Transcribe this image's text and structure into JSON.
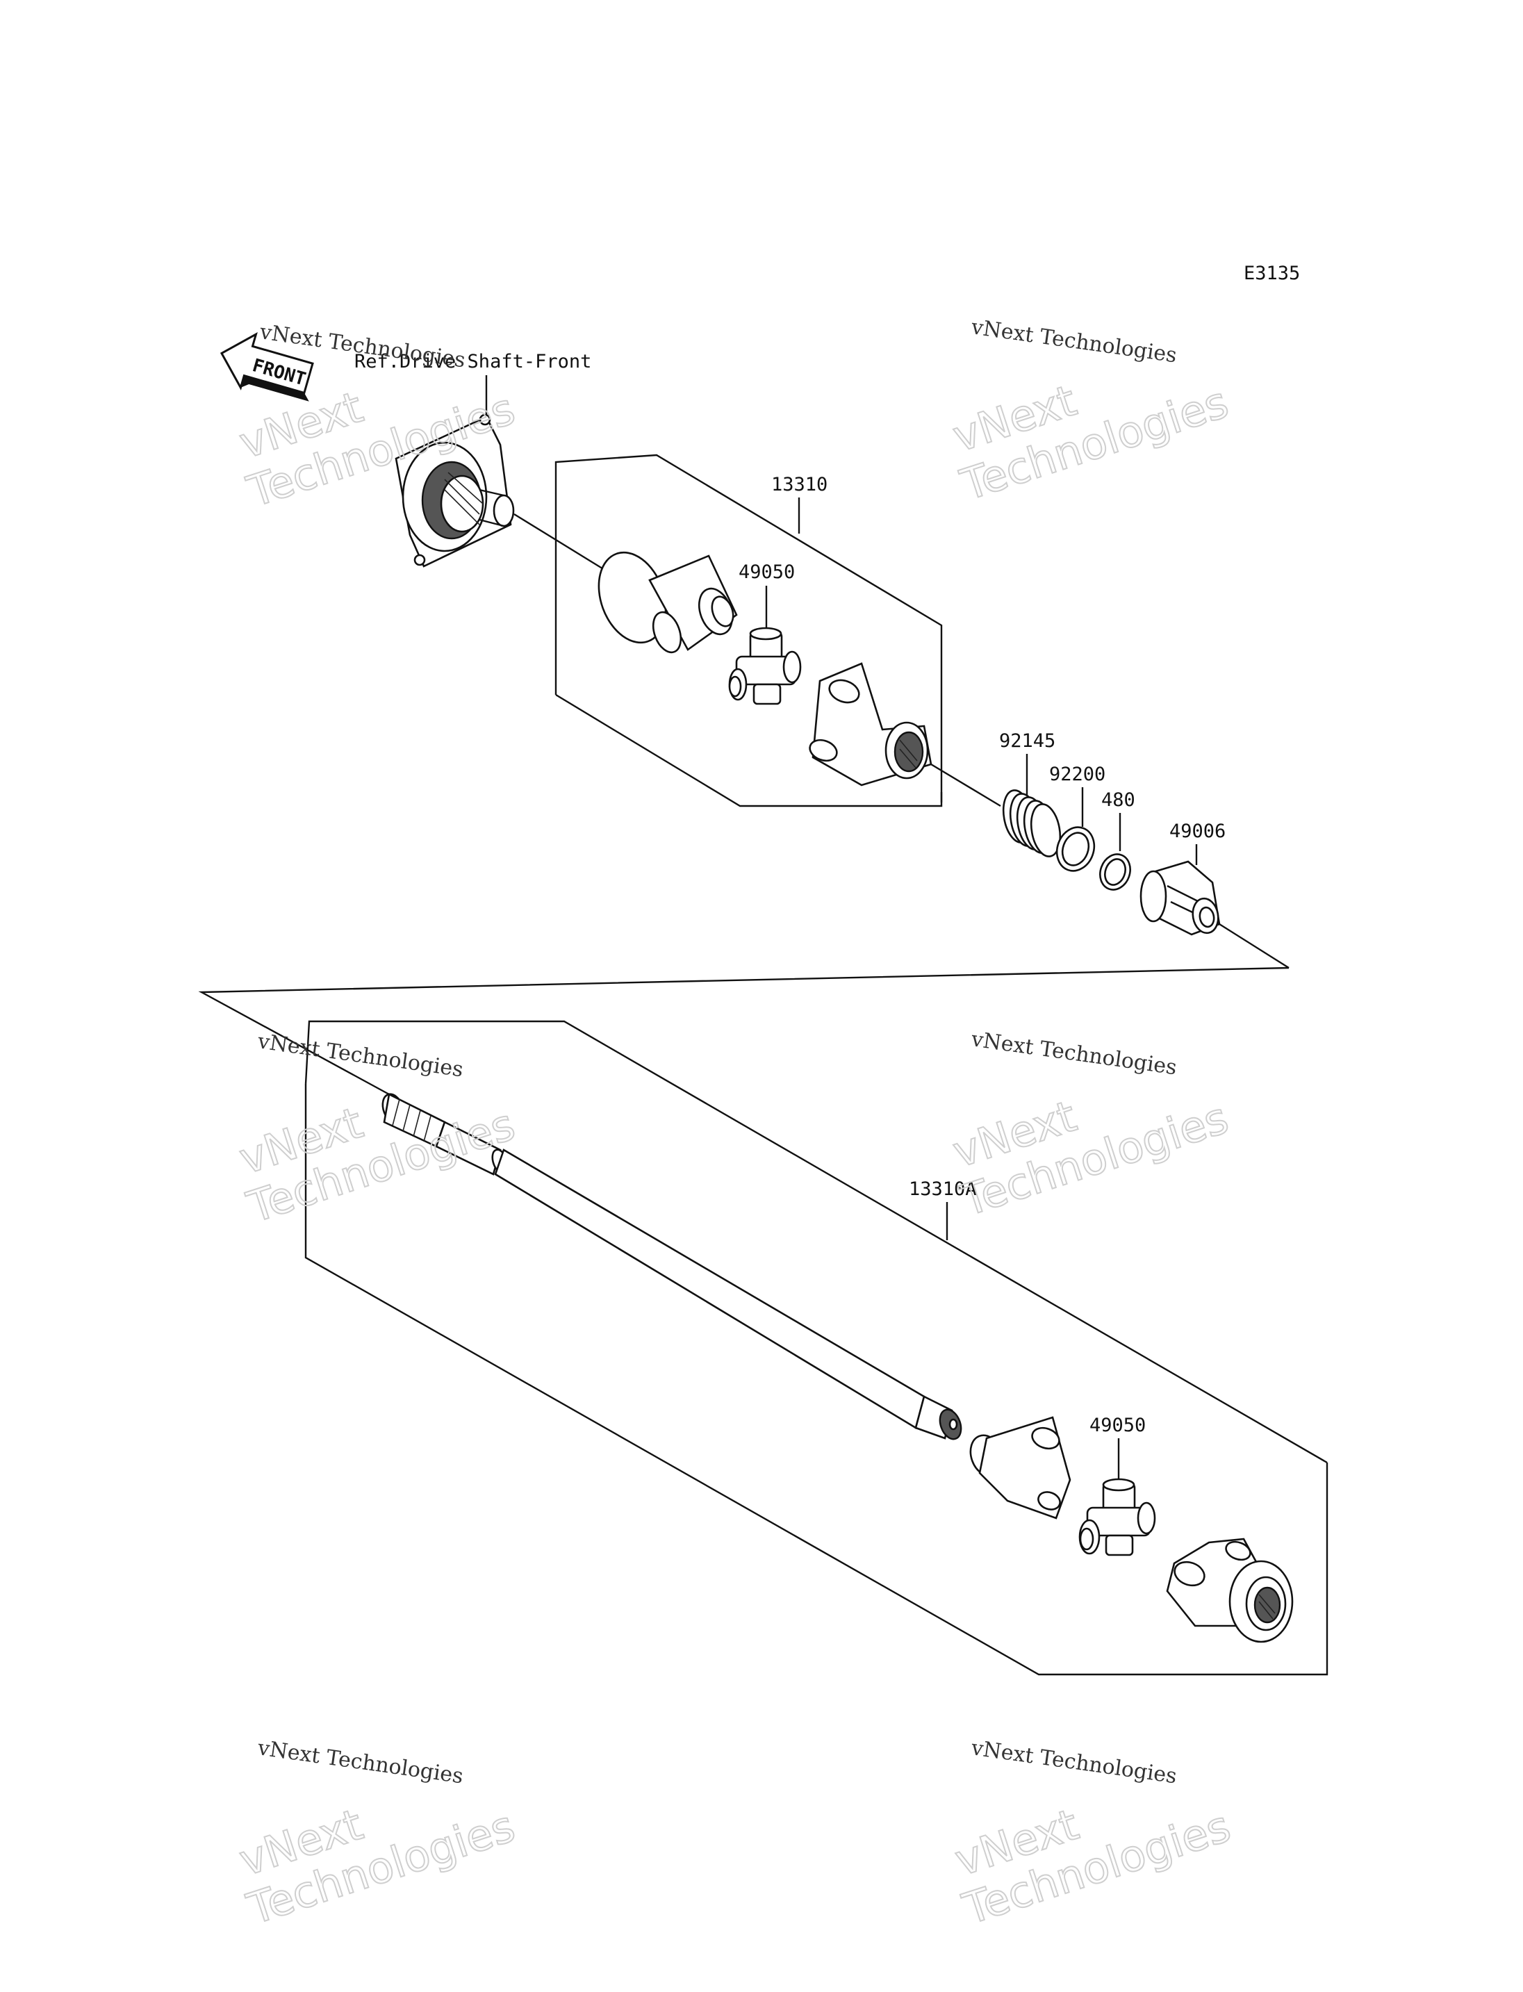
{
  "diagram": {
    "code": "E3135",
    "front_arrow": "FRONT",
    "reference_note": "Ref.Drive Shaft-Front",
    "callouts": {
      "shaft_assembly_front": "13310",
      "joint_front": "49050",
      "spring": "92145",
      "ring_92200": "92200",
      "ring_480": "480",
      "boot": "49006",
      "shaft_assembly_rear": "13310A",
      "joint_rear": "49050"
    }
  },
  "watermarks": [
    {
      "line1": "vNext Technologies",
      "line2": "vNext Technologies"
    },
    {
      "line1": "vNext Technologies",
      "line2": "vNext Technologies"
    },
    {
      "line1": "vNext Technologies",
      "line2": "vNext Technologies"
    },
    {
      "line1": "vNext Technologies",
      "line2": "vNext Technologies"
    },
    {
      "line1": "vNext Technologies",
      "line2": "vNext Technologies"
    },
    {
      "line1": "vNext Technologies",
      "line2": "vNext Technologies"
    }
  ]
}
